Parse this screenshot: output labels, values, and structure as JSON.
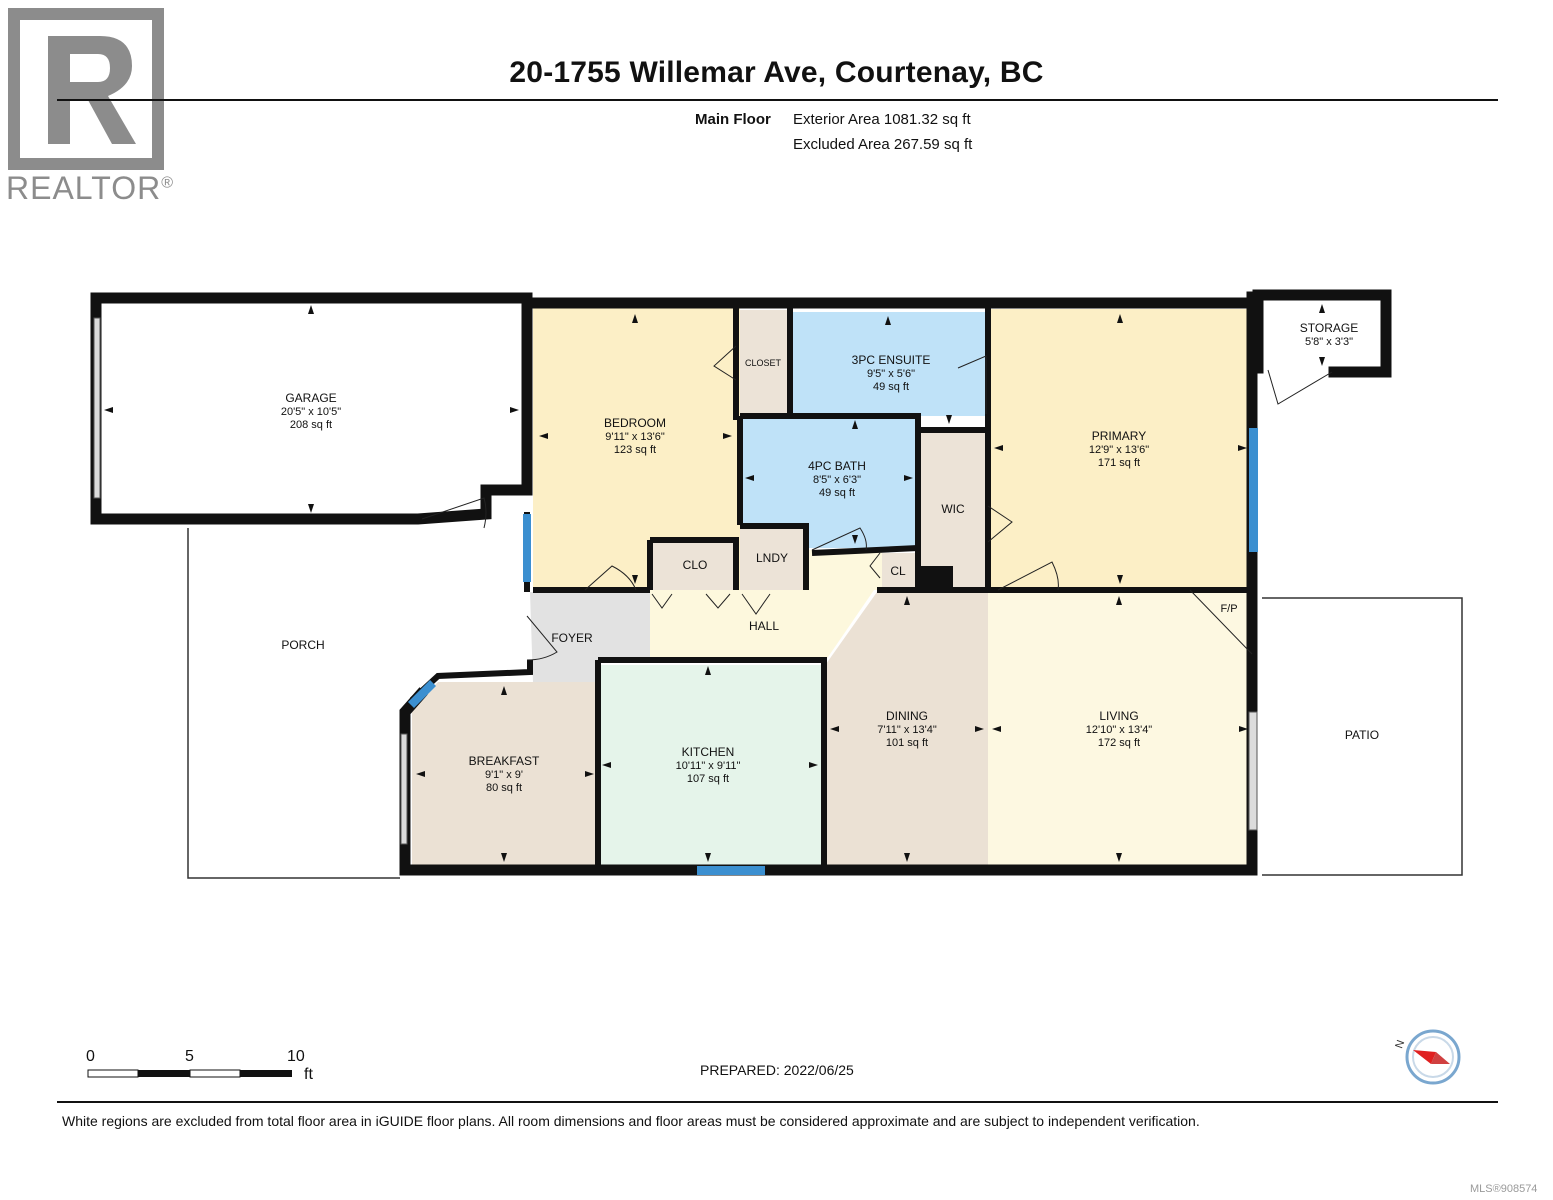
{
  "header": {
    "title": "20-1755 Willemar Ave, Courtenay, BC",
    "floor_label": "Main Floor",
    "exterior_area": "Exterior Area 1081.32 sq ft",
    "excluded_area": "Excluded Area 267.59 sq ft"
  },
  "logo": {
    "text": "REALTOR",
    "mark": "®"
  },
  "rooms": {
    "garage": {
      "name": "GARAGE",
      "dims": "20'5\" x 10'5\"",
      "area": "208 sq ft"
    },
    "bedroom": {
      "name": "BEDROOM",
      "dims": "9'11\" x 13'6\"",
      "area": "123 sq ft"
    },
    "closet": {
      "name": "CLOSET"
    },
    "ensuite": {
      "name": "3PC ENSUITE",
      "dims": "9'5\" x 5'6\"",
      "area": "49 sq ft"
    },
    "primary": {
      "name": "PRIMARY",
      "dims": "12'9\" x 13'6\"",
      "area": "171 sq ft"
    },
    "storage": {
      "name": "STORAGE",
      "dims": "5'8\" x 3'3\""
    },
    "bath": {
      "name": "4PC BATH",
      "dims": "8'5\" x 6'3\"",
      "area": "49 sq ft"
    },
    "wic": {
      "name": "WIC"
    },
    "clo": {
      "name": "CLO"
    },
    "lndy": {
      "name": "LNDY"
    },
    "cl": {
      "name": "CL"
    },
    "hall": {
      "name": "HALL"
    },
    "foyer": {
      "name": "FOYER"
    },
    "porch": {
      "name": "PORCH"
    },
    "fp": {
      "name": "F/P"
    },
    "breakfast": {
      "name": "BREAKFAST",
      "dims": "9'1\" x 9'",
      "area": "80 sq ft"
    },
    "kitchen": {
      "name": "KITCHEN",
      "dims": "10'11\" x 9'11\"",
      "area": "107 sq ft"
    },
    "dining": {
      "name": "DINING",
      "dims": "7'11\" x 13'4\"",
      "area": "101 sq ft"
    },
    "living": {
      "name": "LIVING",
      "dims": "12'10\" x 13'4\"",
      "area": "172 sq ft"
    },
    "patio": {
      "name": "PATIO"
    }
  },
  "scale": {
    "labels": [
      "0",
      "5",
      "10"
    ],
    "unit": "ft"
  },
  "compass": {
    "label": "N"
  },
  "footer": {
    "prepared": "PREPARED: 2022/06/25",
    "disclaimer": "White regions are excluded from total floor area in iGUIDE floor plans. All room dimensions and floor areas must be considered approximate and are subject to independent verification.",
    "mls": "MLS®908574"
  },
  "colors": {
    "bedroom": "#fcefc6",
    "bath": "#bfe2f8",
    "closet": "#ece3d7",
    "hall": "#fdf8dd",
    "foyer": "#e2e2e2",
    "breakfast": "#ebe1d4",
    "kitchen": "#e5f4ea",
    "dining": "#ebe1d4",
    "living": "#fdf8e1",
    "window": "#3b8fd0",
    "wall": "#111111"
  }
}
